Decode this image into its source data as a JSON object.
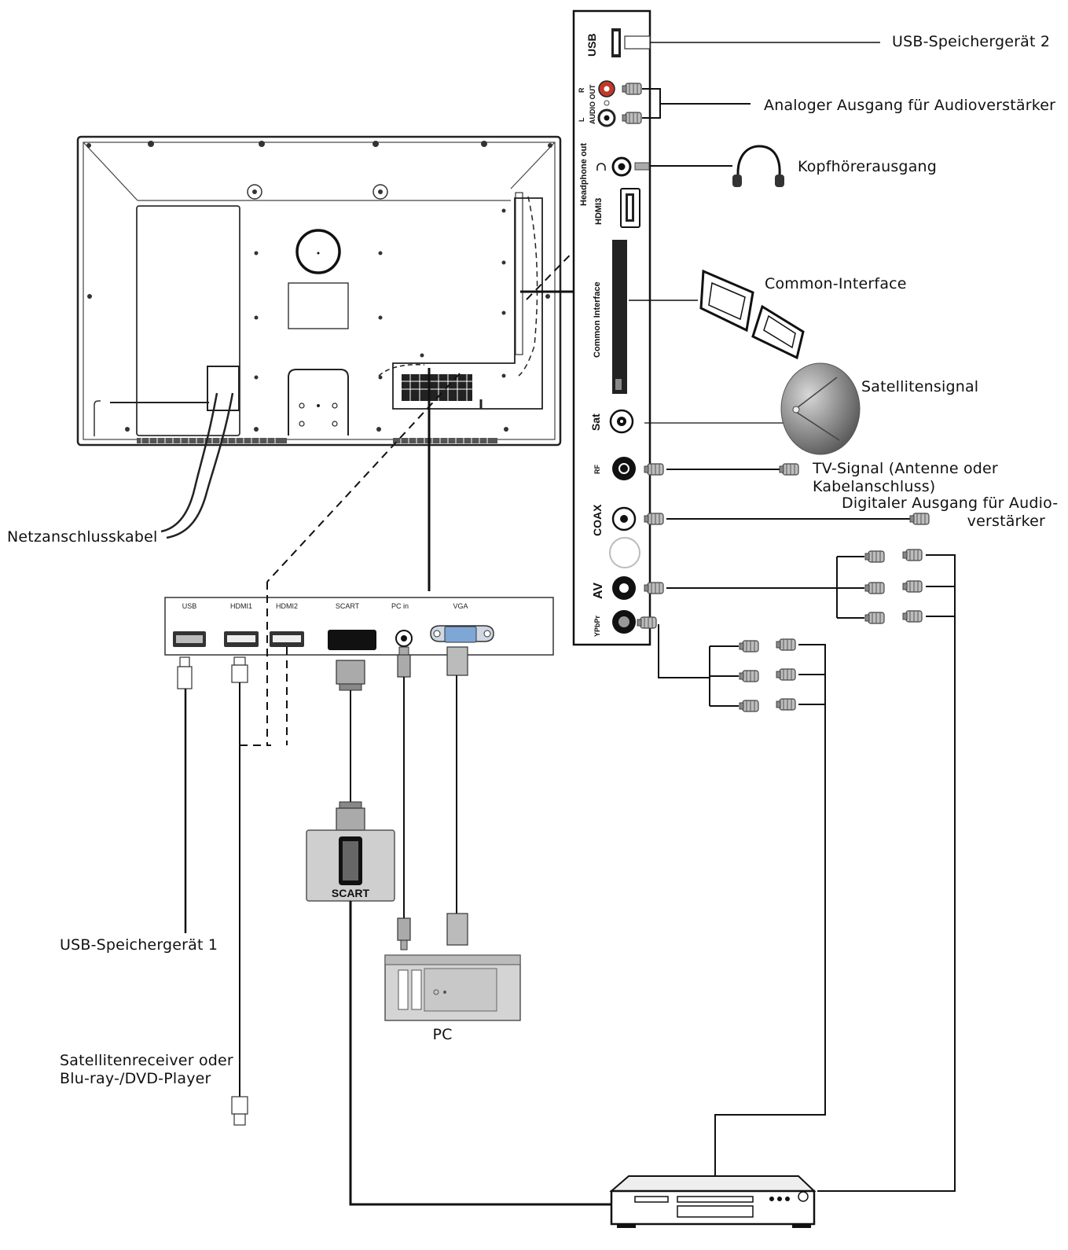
{
  "labels": {
    "usb2": "USB-Speichergerät 2",
    "analog_audio": "Analoger Ausgang für Audioverstärker",
    "headphone": "Kopfhörerausgang",
    "common_interface": "Common-Interface",
    "satellite": "Satellitensignal",
    "tv_signal_1": "TV-Signal (Antenne oder",
    "tv_signal_2": "Kabelanschluss)",
    "digital_audio_1": "Digitaler Ausgang für Audio-",
    "digital_audio_2": "verstärker",
    "power_cable": "Netzanschlusskabel",
    "usb1": "USB-Speichergerät 1",
    "receiver_1": "Satellitenreceiver oder",
    "receiver_2": "Blu-ray-/DVD-Player",
    "pc": "PC",
    "scart_device": "SCART"
  },
  "side_panel": {
    "usb": "USB",
    "audio_out": "AUDIO OUT",
    "r": "R",
    "l": "L",
    "headphone_out": "Headphone out",
    "hdmi3": "HDMI3",
    "common_interface": "Common Interface",
    "sat": "Sat",
    "rf": "RF",
    "coax": "COAX",
    "av": "AV",
    "ypbpr": "YPbPr"
  },
  "bottom_panel": {
    "usb": "USB",
    "hdmi1": "HDMI1",
    "hdmi2": "HDMI2",
    "scart": "SCART",
    "pc_in": "PC in",
    "vga": "VGA"
  }
}
